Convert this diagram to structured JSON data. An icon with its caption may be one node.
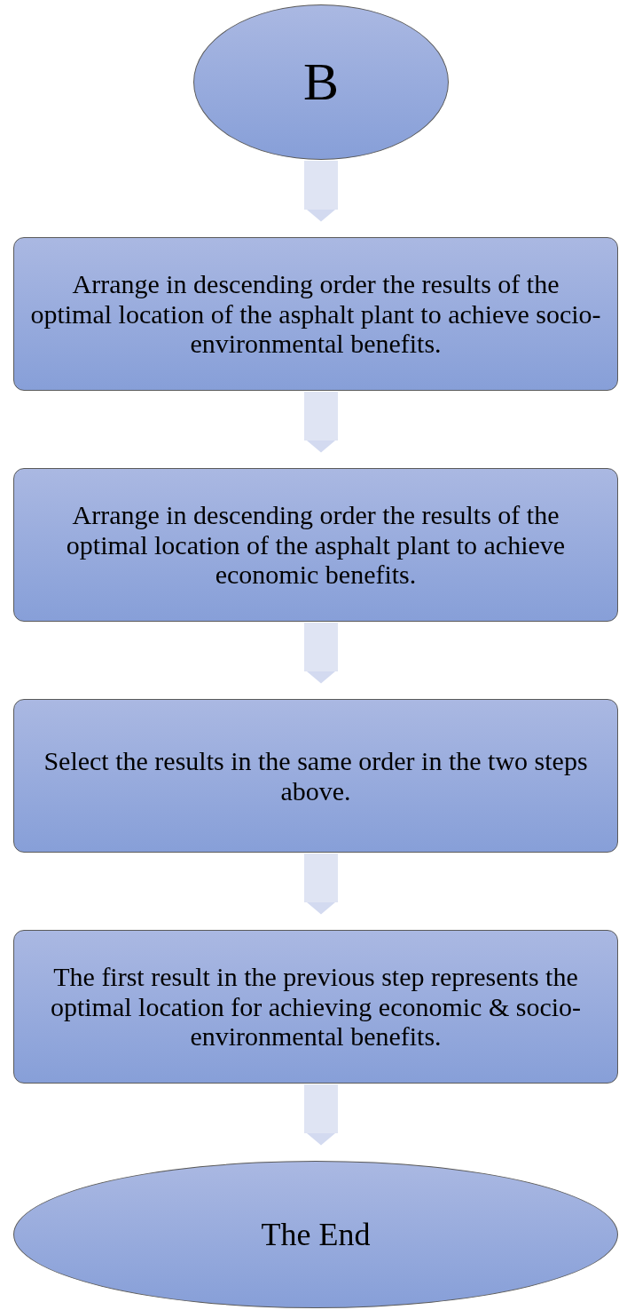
{
  "diagram": {
    "nodes": [
      {
        "text": [
          "B"
        ]
      },
      {
        "text": [
          "Arrange in descending order the results of the optimal location of the asphalt plant to achieve socio-environmental benefits."
        ]
      },
      {
        "text": [
          "Arrange in descending order the results of the optimal location of the asphalt plant to achieve economic benefits."
        ]
      },
      {
        "text": [
          "Select the results in the same order in the two steps above."
        ]
      },
      {
        "text": [
          "The first result in the previous step represents the optimal location for achieving economic & socio-environmental benefits."
        ]
      },
      {
        "text": [
          "The End"
        ]
      }
    ],
    "edges": [
      {
        "from": 0,
        "to": 1,
        "arrow": "to"
      },
      {
        "from": 1,
        "to": 2,
        "arrow": "to"
      },
      {
        "from": 2,
        "to": 3,
        "arrow": "to"
      },
      {
        "from": 3,
        "to": 4,
        "arrow": "to"
      },
      {
        "from": 4,
        "to": 5,
        "arrow": "to"
      }
    ]
  }
}
